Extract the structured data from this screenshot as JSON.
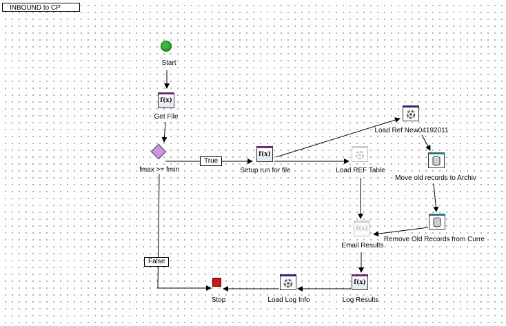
{
  "workflow": {
    "title": "INBOUND to CP"
  },
  "nodes": {
    "start": {
      "label": "Start",
      "icon": "start-circle-icon"
    },
    "get_file": {
      "label": "Get File",
      "icon": "function-icon"
    },
    "decision": {
      "label": "fmax >= fmin",
      "icon": "decision-diamond-icon"
    },
    "setup": {
      "label": "Setup run for file",
      "icon": "function-icon"
    },
    "load_ref_new": {
      "label": "Load Ref New04192011",
      "icon": "workflow-task-icon"
    },
    "load_ref": {
      "label": "Load REF Table",
      "icon": "workflow-task-icon-disabled"
    },
    "move_old": {
      "label": "Move old records to Archiv",
      "icon": "database-icon"
    },
    "remove_old": {
      "label": "Remove Old Records from Curre",
      "icon": "database-icon"
    },
    "email": {
      "label": "Email Results",
      "icon": "function-icon-disabled"
    },
    "log_results": {
      "label": "Log Results",
      "icon": "function-icon"
    },
    "load_log": {
      "label": "Load Log Info",
      "icon": "workflow-task-icon"
    },
    "stop": {
      "label": "Stop",
      "icon": "stop-square-icon"
    }
  },
  "edges": {
    "true_label": "True",
    "false_label": "False"
  },
  "colors": {
    "start": "#1d8a1d",
    "stop": "#d11414",
    "decision": "#c79ad3",
    "function_header": "#6e2a6e"
  }
}
